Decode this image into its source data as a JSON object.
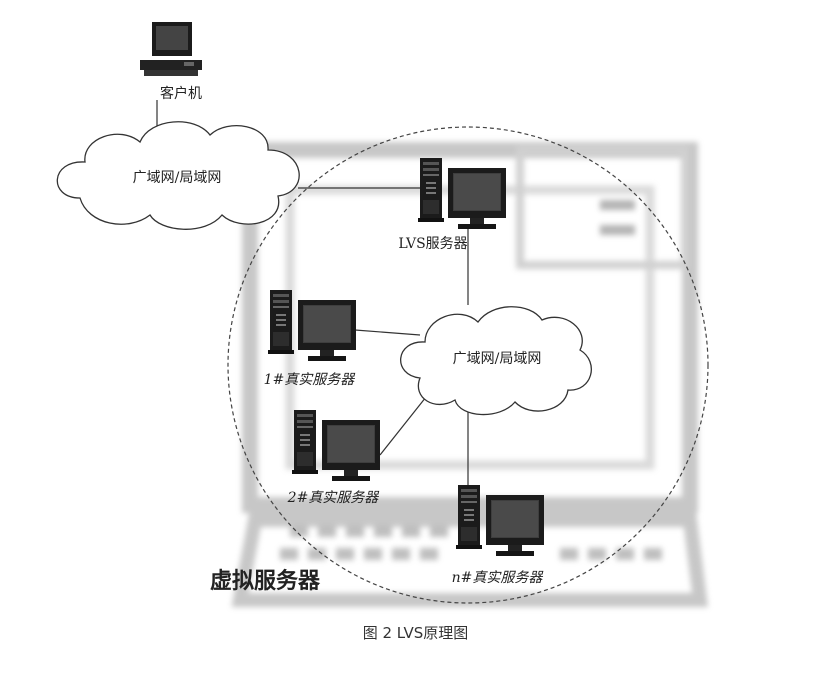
{
  "diagram": {
    "client_label": "客户机",
    "wan_top_label": "广域网/局域网",
    "lvs_label": "LVS服务器",
    "wan_inner_label": "广域网/局域网",
    "server1_label": "1#真实服务器",
    "server2_label": "2#真实服务器",
    "servern_label": "n#真实服务器",
    "virtual_label": "虚拟服务器"
  },
  "caption": "图 2  LVS原理图"
}
